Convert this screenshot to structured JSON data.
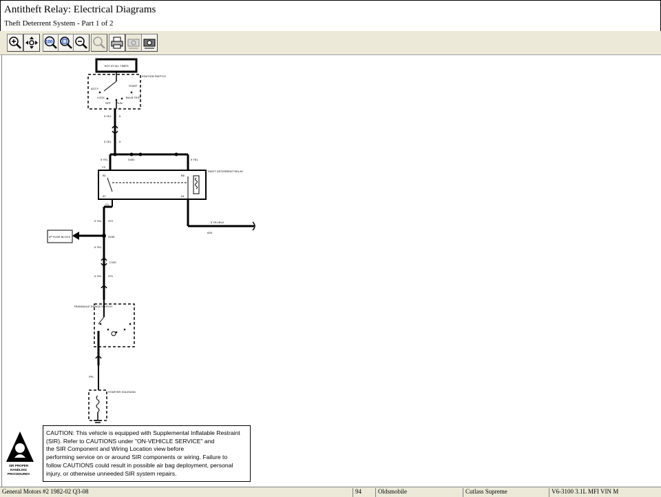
{
  "window": {
    "title": "Antitheft Relay:  Electrical Diagrams",
    "subtitle": "Theft Deterrent System - Part 1 of 2"
  },
  "toolbar": {
    "buttons": [
      {
        "name": "zoom-in-icon",
        "enabled": true
      },
      {
        "name": "pan-icon",
        "enabled": true
      },
      {
        "name": "zoom-100-icon",
        "enabled": true
      },
      {
        "name": "zoom-window-icon",
        "enabled": true
      },
      {
        "name": "zoom-out-icon",
        "enabled": true
      },
      {
        "name": "zoom-previous-icon",
        "enabled": false
      },
      {
        "name": "print-icon",
        "enabled": true
      },
      {
        "name": "camera-icon",
        "enabled": false
      },
      {
        "name": "camera-copy-icon",
        "enabled": true
      }
    ]
  },
  "diagram": {
    "hot_label": "HOT AT ALL TIMES",
    "ignition_switch": "IGNITION SWITCH",
    "ign_positions": [
      "ACCY",
      "LOCK",
      "OFF",
      "RUN",
      "START",
      "BULB TEST"
    ],
    "wire_5yel": "5 YEL",
    "wire_5": "5",
    "splice_top": "S400",
    "conn_c2": "C2",
    "relay_label": "THEFT DETERRENT RELAY",
    "pin_b1": "B1",
    "pin_b6": "B6",
    "pin_a7": "A7",
    "pin_a1": "A1",
    "pin_c1": "C1",
    "out_wire": "8 YEL/BLK",
    "out_num": "628",
    "wire_373": "373",
    "ip_box": "I/P FUSE BLOCK",
    "splice_s235": "S235",
    "wire_375": "375",
    "conn_c100": "C100",
    "trans_switch": "TRANSAXLE RANGE SWITCH",
    "wire_ppl": "PPL",
    "starter_label": "STARTER SOLENOID",
    "sir_logo_text": "SIR PROPER HANDLING PROCEDURES",
    "caution_lines": [
      "CAUTION:    This vehicle is equipped with Supplemental Inflatable Restraint",
      "(SIR).  Refer to CAUTIONS under \"ON-VEHICLE SERVICE\" and",
      "the SIR Component and Wiring Location view before",
      "performing service on or around SIR components or wiring.  Failure to",
      "follow CAUTIONS could result in possible air bag deployment, personal",
      "injury, or otherwise unneeded SIR system repairs."
    ]
  },
  "status": {
    "source": "General Motors #2 1982-02 Q3-08",
    "year": "94",
    "make": "Oldsmobile",
    "model": "Cutlass Supreme",
    "engine": "V6-3100 3.1L MFI VIN M"
  }
}
